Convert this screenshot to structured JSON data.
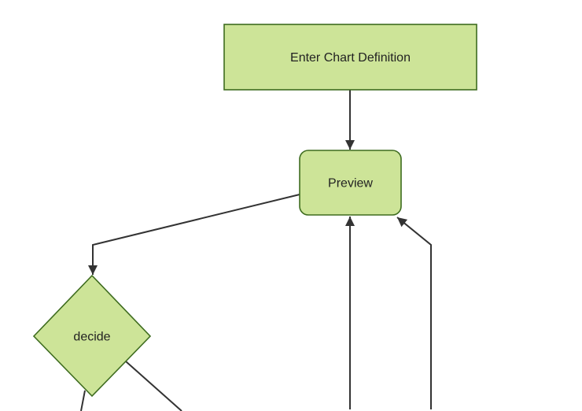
{
  "diagram": {
    "type": "flowchart",
    "orientation": "top-down",
    "nodes": [
      {
        "id": "A",
        "shape": "rectangle",
        "label": "Enter Chart Definition"
      },
      {
        "id": "B",
        "shape": "rounded-rectangle",
        "label": "Preview"
      },
      {
        "id": "C",
        "shape": "decision-diamond",
        "label": "decide"
      }
    ],
    "edges": [
      {
        "from": "A",
        "to": "B",
        "arrow": true
      },
      {
        "from": "B",
        "to": "C",
        "arrow": true
      },
      {
        "from": "C",
        "to": "offscreen-bottom-left",
        "arrow": false
      },
      {
        "from": "C",
        "to": "offscreen-bottom-right",
        "arrow": false
      },
      {
        "from": "offscreen-bottom-center",
        "to": "B",
        "arrow": true
      },
      {
        "from": "offscreen-bottom-right",
        "to": "B",
        "arrow": true
      }
    ]
  },
  "colors": {
    "node_fill": "#cde498",
    "node_stroke": "#3e6c1f",
    "edge_color": "#333333",
    "label_color": "#222222",
    "background": "#ffffff"
  }
}
